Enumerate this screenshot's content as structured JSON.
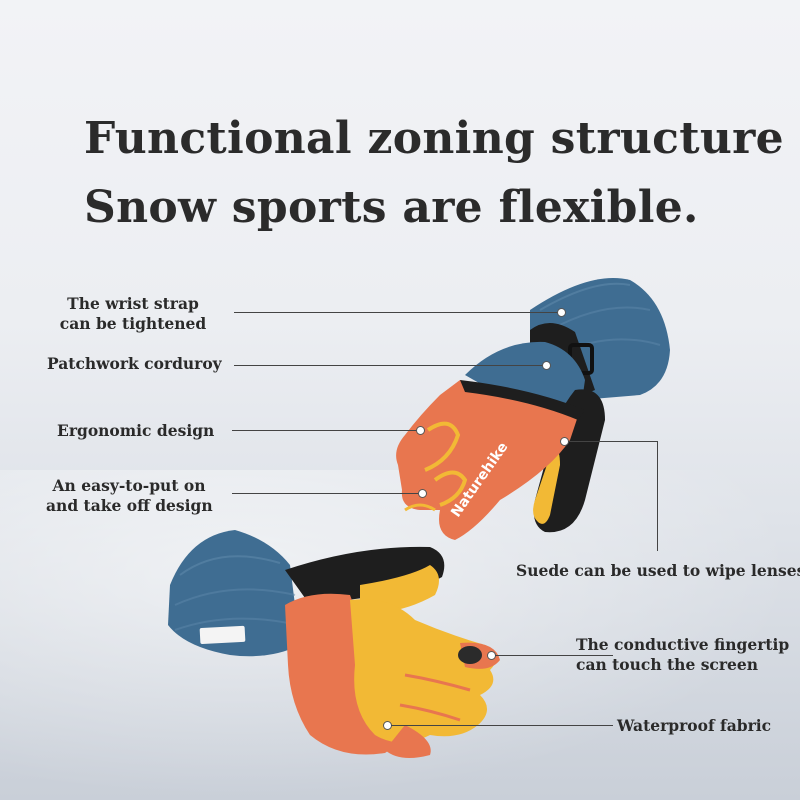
{
  "headline": {
    "line1": "Functional zoning structure",
    "line2": "Snow sports are flexible."
  },
  "brand_text": "Naturehike",
  "callouts": {
    "wrist_strap_1": "The wrist strap",
    "wrist_strap_2": "can be tightened",
    "corduroy": "Patchwork corduroy",
    "ergonomic": "Ergonomic design",
    "easy_1": "An easy-to-put on",
    "easy_2": "and take off design",
    "suede": "Suede can be used to wipe lenses",
    "conductive_1": "The conductive fingertip",
    "conductive_2": "can touch the screen",
    "waterproof": "Waterproof fabric"
  },
  "colors": {
    "corduroy_blue": "#3f6d92",
    "orange": "#e8764f",
    "yellow": "#f2b935",
    "black": "#1e1e1e"
  }
}
